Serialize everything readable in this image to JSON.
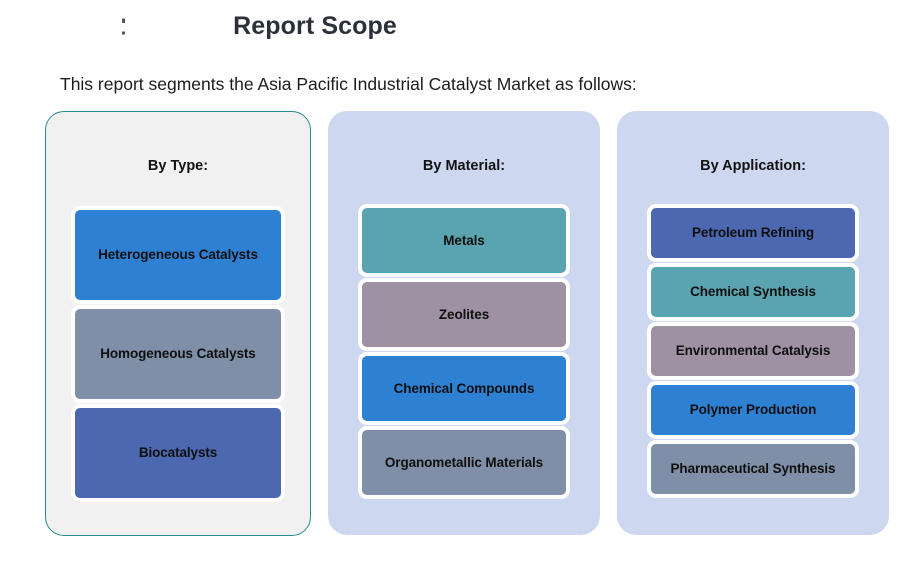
{
  "header": {
    "title": "Report Scope",
    "intro": "This report segments the Asia Pacific Industrial Catalyst Market as follows:",
    "decor_mark": "colon-tick-mark"
  },
  "palette": {
    "blue": "#2e80d3",
    "slate_gray": "#7f8fa8",
    "indigo": "#4b68b0",
    "teal": "#59a4b0",
    "mauve": "#9e91a4",
    "panel_gray_bg": "#f1f1f1",
    "panel_blue_bg": "#cdd7ef",
    "panel_teal_border": "#2b8a8f",
    "chip_outline": "#ffffff",
    "title_color": "#2c3038"
  },
  "panels": [
    {
      "id": "by-type",
      "heading": "By Type:",
      "chips": [
        {
          "label": "Heterogeneous Catalysts",
          "color": "#2e80d3"
        },
        {
          "label": "Homogeneous Catalysts",
          "color": "#7f8fa8"
        },
        {
          "label": "Biocatalysts",
          "color": "#4b68b0"
        }
      ]
    },
    {
      "id": "by-material",
      "heading": "By Material:",
      "chips": [
        {
          "label": "Metals",
          "color": "#59a4b0"
        },
        {
          "label": "Zeolites",
          "color": "#9e91a4"
        },
        {
          "label": "Chemical Compounds",
          "color": "#2e80d3"
        },
        {
          "label": "Organometallic Materials",
          "color": "#7f8fa8"
        }
      ]
    },
    {
      "id": "by-application",
      "heading": "By Application:",
      "chips": [
        {
          "label": "Petroleum Refining",
          "color": "#4b68b0"
        },
        {
          "label": "Chemical Synthesis",
          "color": "#59a4b0"
        },
        {
          "label": "Environmental Catalysis",
          "color": "#9e91a4"
        },
        {
          "label": "Polymer Production",
          "color": "#2e80d3"
        },
        {
          "label": "Pharmaceutical Synthesis",
          "color": "#7f8fa8"
        }
      ]
    }
  ]
}
